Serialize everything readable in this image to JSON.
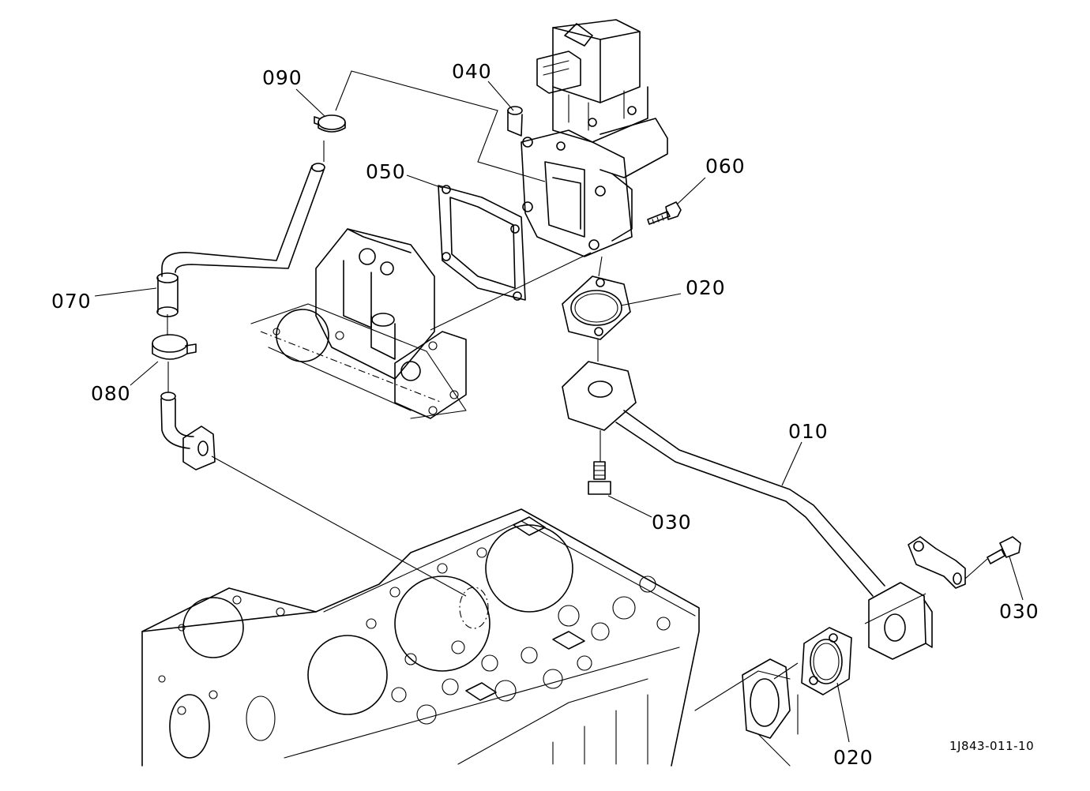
{
  "callouts": {
    "p090": "090",
    "p040": "040",
    "p050": "050",
    "p060": "060",
    "p070": "070",
    "p020a": "020",
    "p080": "080",
    "p010": "010",
    "p030a": "030",
    "p030b": "030",
    "p020b": "020"
  },
  "drawing_ref": "1J843-011-10"
}
